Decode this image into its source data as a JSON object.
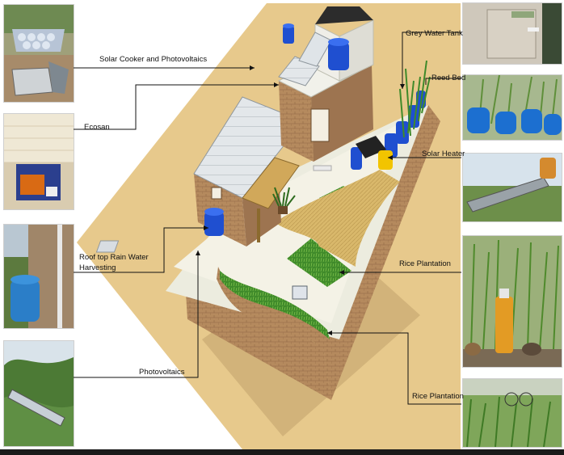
{
  "labels": {
    "solar_cooker": "Solar Cooker and Photovoltaics",
    "ecosan": "Ecosan",
    "rainwater_line1": "Roof top Rain Water",
    "rainwater_line2": "Harvesting",
    "photovoltaics": "Photovoltaics",
    "grey_water_tank": "Grey Water Tank",
    "reed_bed": "Reed Bed",
    "solar_heater": "Solar Heater",
    "rice_plantation_1": "Rice Plantation",
    "rice_plantation_2": "Rice Plantation"
  },
  "colors": {
    "site_ground": "#e7c98c",
    "brick_wall": "#b58a5e",
    "brick_dark": "#8f6743",
    "deck": "#d9b86b",
    "roof_panel": "#d8dde2",
    "water_tank": "#1f4fd0",
    "vegetation": "#3f8a2a"
  }
}
